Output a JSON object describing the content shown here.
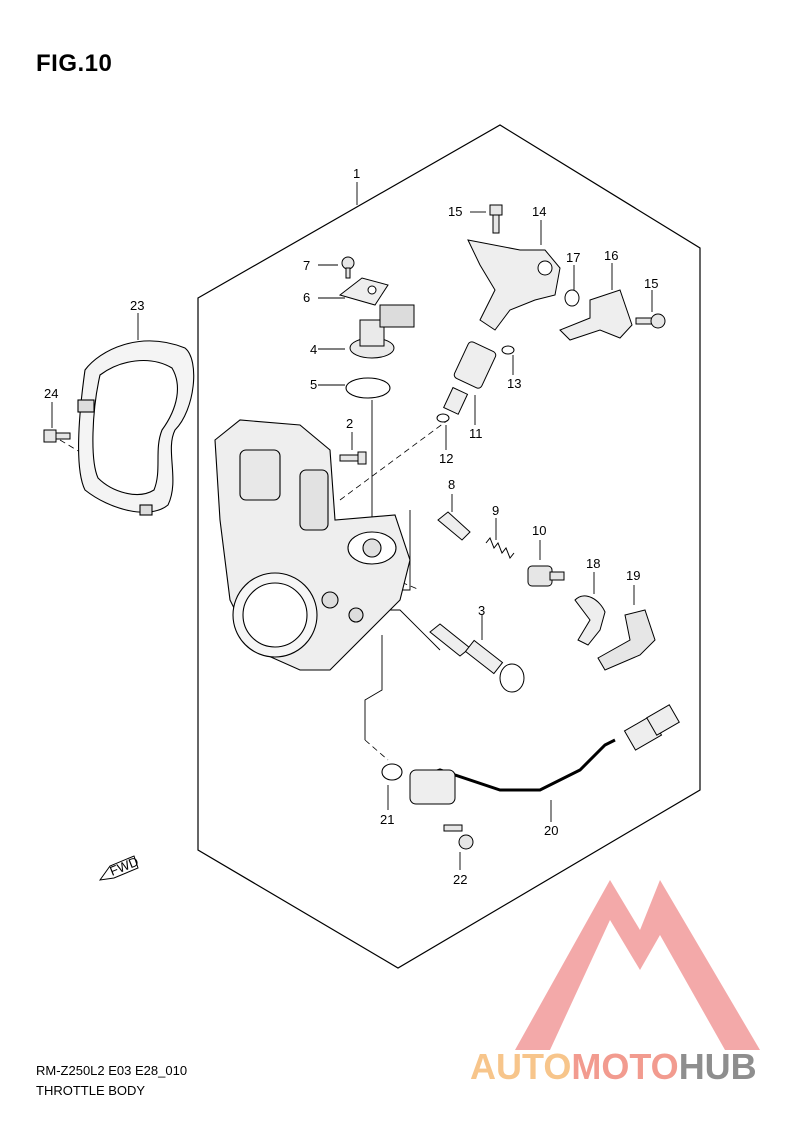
{
  "figure": {
    "title": "FIG.10"
  },
  "footer": {
    "code": "RM-Z250L2 E03 E28_010",
    "name": "THROTTLE BODY"
  },
  "fwd_label": "FWD",
  "watermark": {
    "part1": "AUTO",
    "part2": "MOTO",
    "part3": "HUB",
    "colors": {
      "auto": "#f7c58b",
      "moto": "#f29b8f",
      "hub": "#8e8e8e",
      "logo": "#f08d8d"
    }
  },
  "callouts": [
    "1",
    "2",
    "3",
    "4",
    "5",
    "6",
    "7",
    "8",
    "9",
    "10",
    "11",
    "12",
    "13",
    "14",
    "15",
    "15",
    "16",
    "17",
    "18",
    "19",
    "20",
    "21",
    "22",
    "23",
    "24"
  ]
}
